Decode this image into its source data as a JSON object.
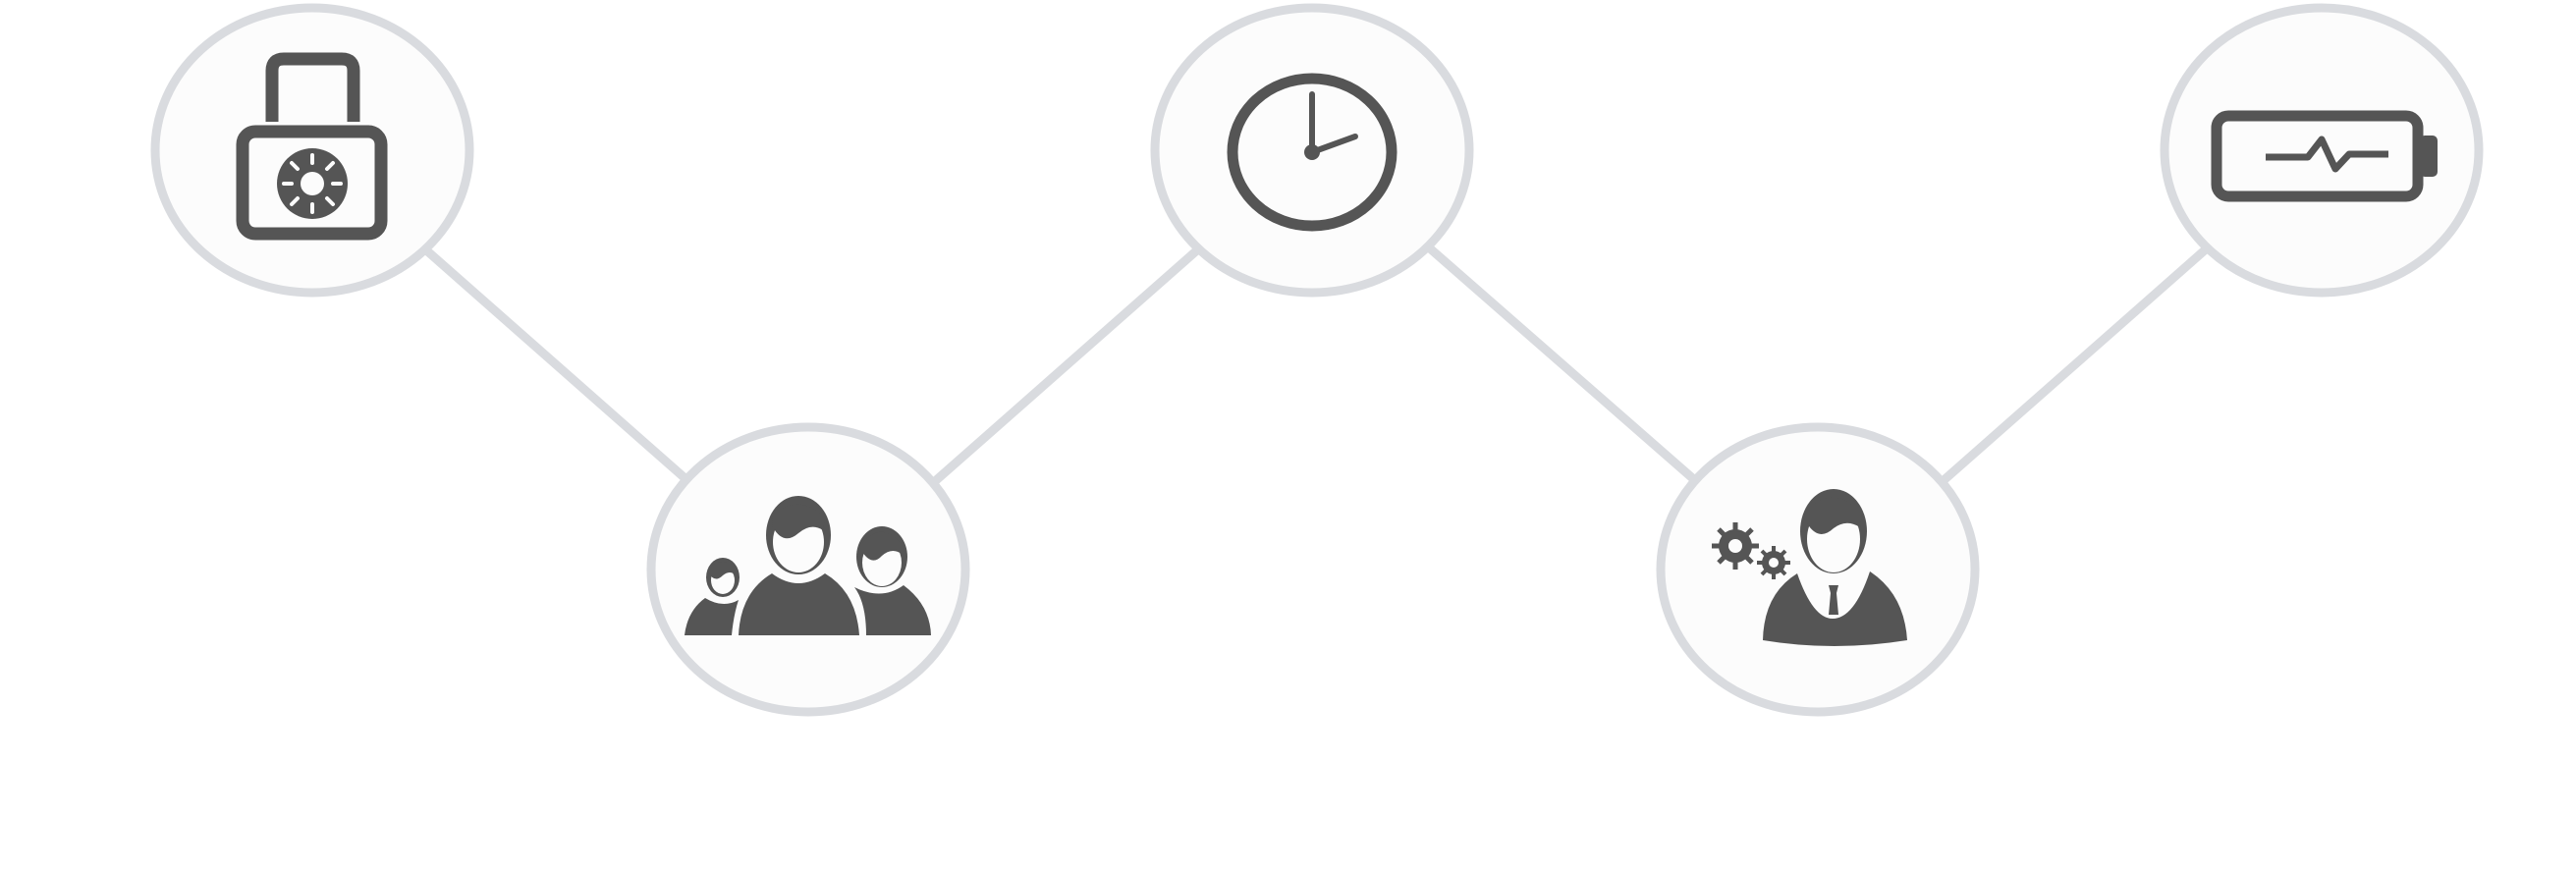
{
  "diagram": {
    "colors": {
      "background": "#ffffff",
      "node_fill": "#fcfcfc",
      "node_stroke": "#d9dbdf",
      "connector": "#d9dbdf",
      "icon": "#555555"
    },
    "nodes": [
      {
        "id": "security",
        "icon": "combination-padlock-icon"
      },
      {
        "id": "team",
        "icon": "user-group-icon"
      },
      {
        "id": "time",
        "icon": "clock-icon"
      },
      {
        "id": "operations",
        "icon": "businessman-gears-icon"
      },
      {
        "id": "power",
        "icon": "battery-pulse-icon"
      }
    ],
    "connections": [
      [
        "security",
        "team"
      ],
      [
        "team",
        "time"
      ],
      [
        "time",
        "operations"
      ],
      [
        "operations",
        "power"
      ]
    ]
  }
}
